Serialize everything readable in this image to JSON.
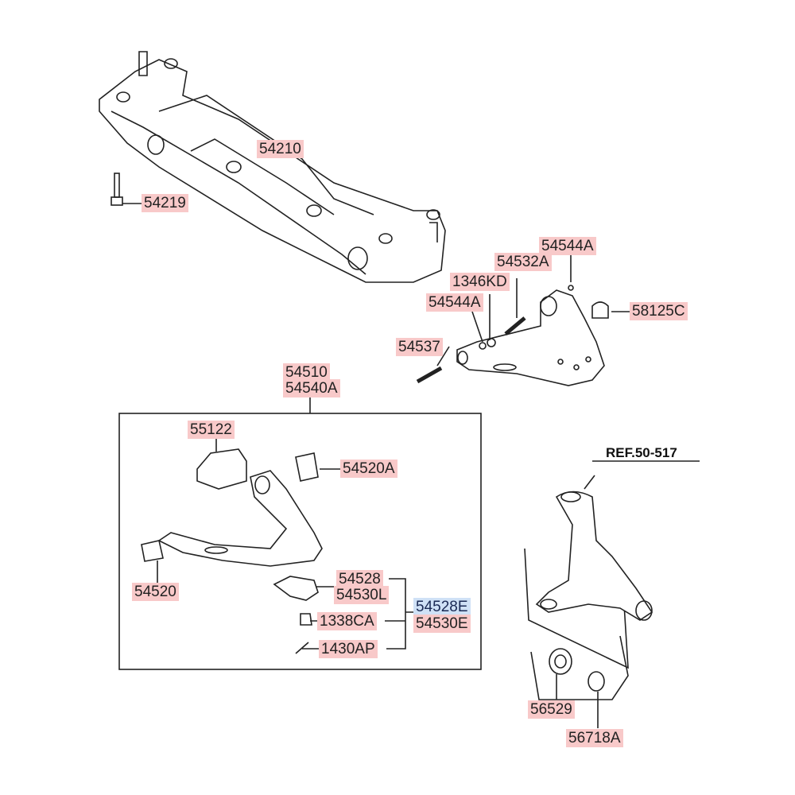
{
  "labels": {
    "p54210": "54210",
    "p54219": "54219",
    "p54544A_top": "54544A",
    "p54532A": "54532A",
    "p1346KD": "1346KD",
    "p54544A": "54544A",
    "p58125C": "58125C",
    "p54537": "54537",
    "p54510": "54510",
    "p54540A": "54540A",
    "p55122": "55122",
    "p54520A": "54520A",
    "p54520": "54520",
    "p54528": "54528",
    "p54530L": "54530L",
    "p1338CA": "1338CA",
    "p1430AP": "1430AP",
    "p54528E": "54528E",
    "p54530E": "54530E",
    "p56529": "56529",
    "p56718A": "56718A"
  },
  "reference": "REF.50-517",
  "colors": {
    "label_bg": "#f8c9c9",
    "selected_bg": "#cfe1f6"
  }
}
